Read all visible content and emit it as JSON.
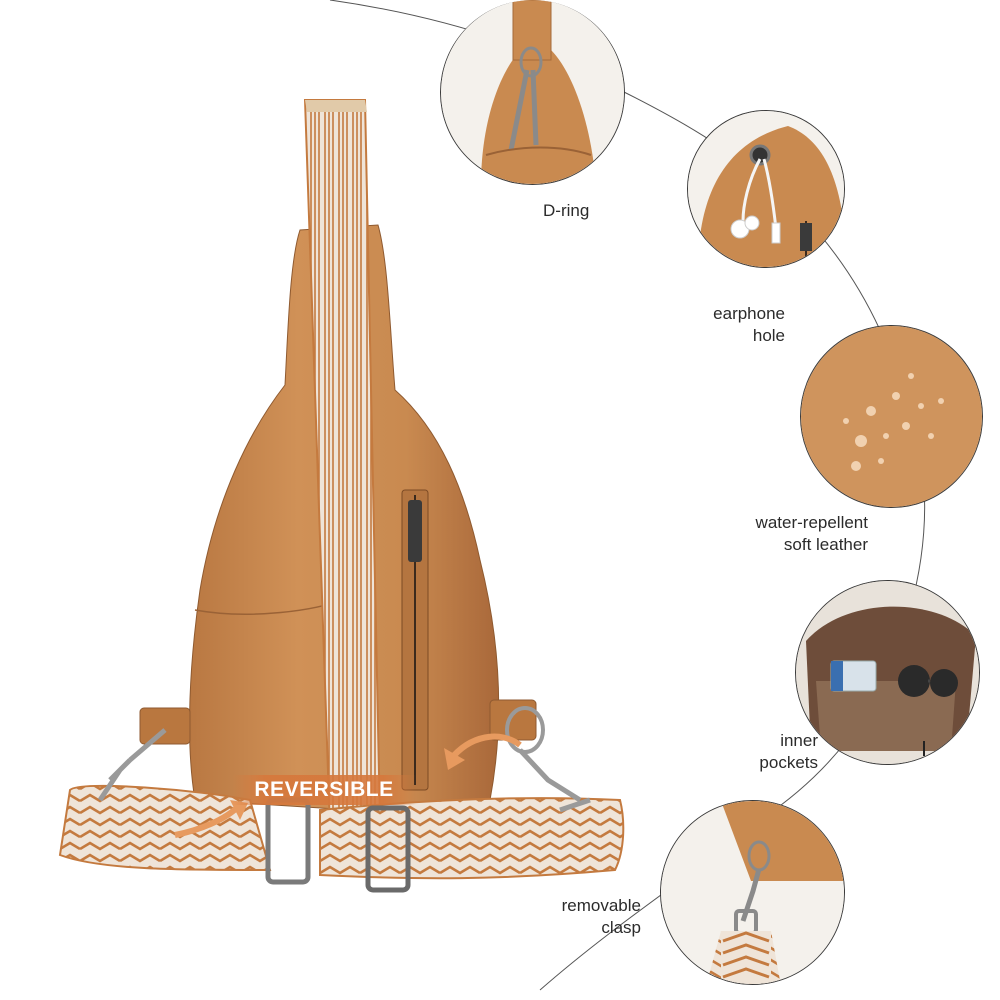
{
  "banner": {
    "text": "REVERSIBLE"
  },
  "callouts": [
    {
      "id": "d-ring",
      "label": "D-ring"
    },
    {
      "id": "earphone-hole",
      "label": "earphone\nhole"
    },
    {
      "id": "water-repellent",
      "label": "water-repellent\nsoft leather"
    },
    {
      "id": "inner-pockets",
      "label": "inner\npockets"
    },
    {
      "id": "removable-clasp",
      "label": "removable\nclasp"
    }
  ],
  "colors": {
    "leather": "#c9874f",
    "leather_dark": "#a86a3a",
    "strap_base": "#efe4d8",
    "strap_pattern": "#c47a3f",
    "accent_banner": "#d6783c",
    "outline": "#3a3a3a",
    "lining": "#6e4d3a"
  }
}
